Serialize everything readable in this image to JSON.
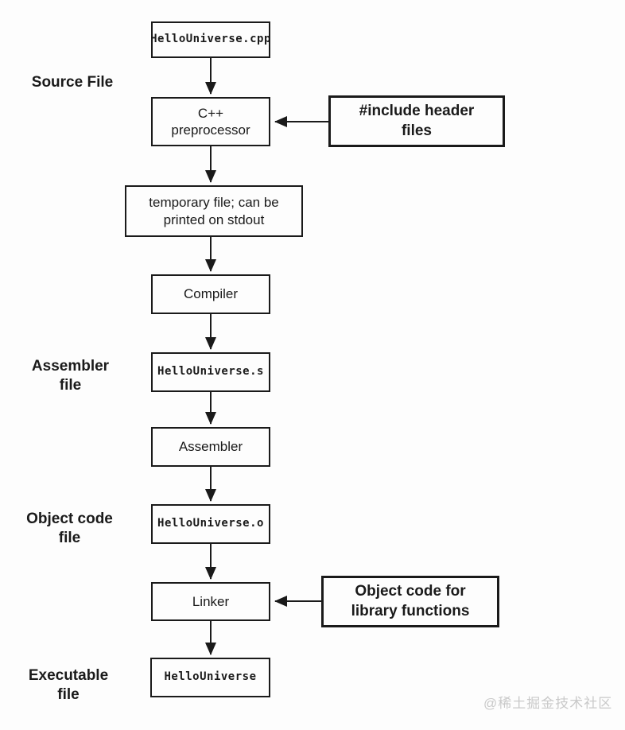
{
  "diagram": {
    "nodes": {
      "cpp_file": "HelloUniverse.cpp",
      "preprocessor": "C++\npreprocessor",
      "include_headers": "#include header\nfiles",
      "temp_file": "temporary file; can be\nprinted on stdout",
      "compiler": "Compiler",
      "asm_file": "HelloUniverse.s",
      "assembler": "Assembler",
      "obj_file": "HelloUniverse.o",
      "linker": "Linker",
      "library_objects": "Object code for\nlibrary functions",
      "executable": "HelloUniverse"
    },
    "stage_labels": {
      "source": "Source File",
      "assembler": "Assembler\nfile",
      "object": "Object code\nfile",
      "executable": "Executable\nfile"
    }
  },
  "watermark": "@稀土掘金技术社区",
  "colors": {
    "line": "#1a1a1a",
    "background": "#fdfdfd",
    "watermark": "#c9c9c9"
  }
}
